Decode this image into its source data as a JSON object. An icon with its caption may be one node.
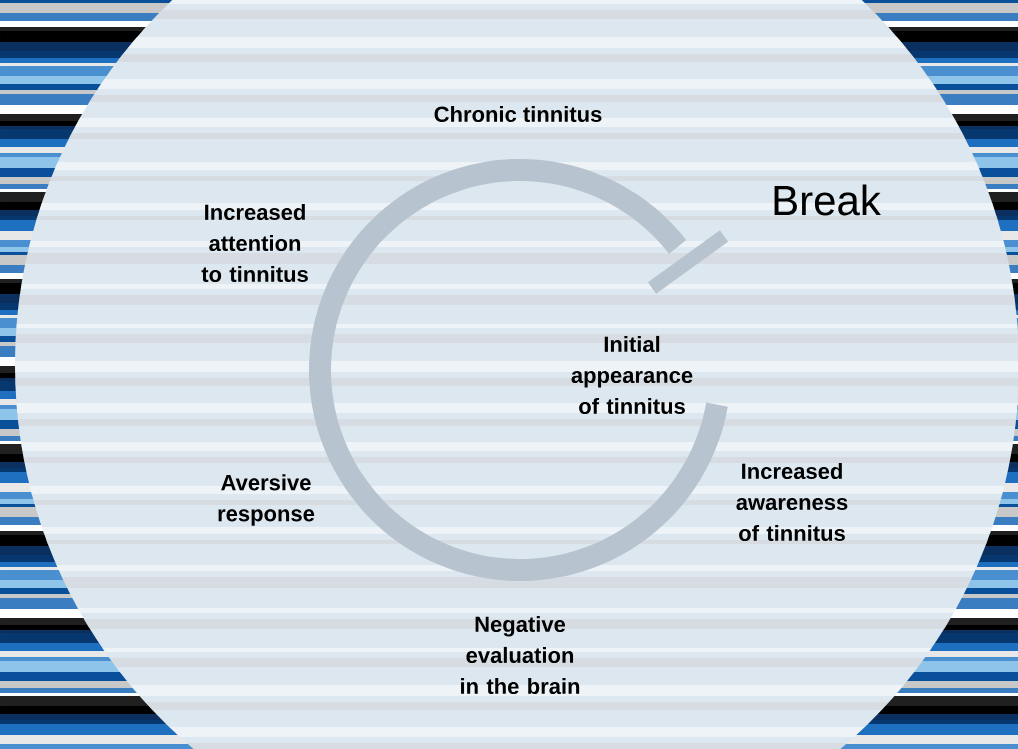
{
  "diagram": {
    "labels": [
      "Chronic tinnitus",
      "Break",
      "Increased attention to tinnitus",
      "Initial appearance of tinnitus",
      "Increased awareness of tinnitus",
      "Aversive response",
      "Negative evaluation in the brain"
    ]
  }
}
